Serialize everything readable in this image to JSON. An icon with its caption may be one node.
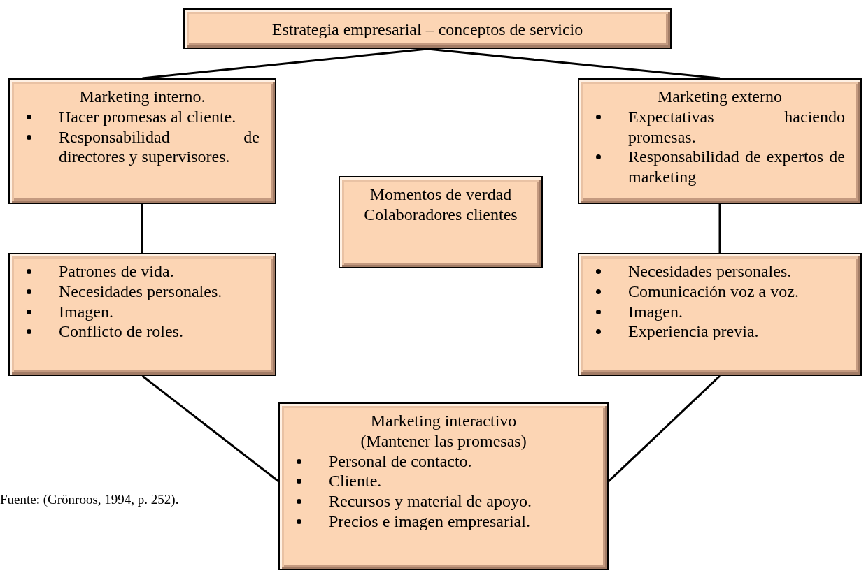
{
  "diagram": {
    "nodes": [
      {
        "text": [
          "Estrategia empresarial – conceptos de servicio"
        ]
      },
      {
        "text": [
          "Marketing interno.",
          "Hacer promesas al cliente.",
          "Responsabilidad de directores y supervisores."
        ]
      },
      {
        "text": [
          "Marketing externo",
          "Expectativas haciendo promesas.",
          "Responsabilidad de expertos de marketing"
        ]
      },
      {
        "text": [
          "Momentos de verdad",
          "Colaboradores clientes"
        ]
      },
      {
        "text": [
          "Patrones de vida.",
          "Necesidades personales.",
          "Imagen.",
          "Conflicto de roles."
        ]
      },
      {
        "text": [
          "Necesidades personales.",
          "Comunicación voz a voz.",
          "Imagen.",
          "Experiencia previa."
        ]
      },
      {
        "text": [
          "Marketing interactivo",
          "(Mantener las promesas)",
          "Personal de contacto.",
          "Cliente.",
          "Recursos y material de apoyo.",
          "Precios e imagen empresarial."
        ]
      }
    ],
    "edges": [
      {
        "from": 0,
        "to": 1,
        "arrow": "none"
      },
      {
        "from": 0,
        "to": 2,
        "arrow": "none"
      },
      {
        "from": 1,
        "to": 4,
        "arrow": "none"
      },
      {
        "from": 2,
        "to": 5,
        "arrow": "none"
      },
      {
        "from": 4,
        "to": 6,
        "arrow": "none"
      },
      {
        "from": 5,
        "to": 6,
        "arrow": "none"
      }
    ],
    "labels": [
      "Fuente: (Grönroos, 1994, p. 252)."
    ]
  }
}
